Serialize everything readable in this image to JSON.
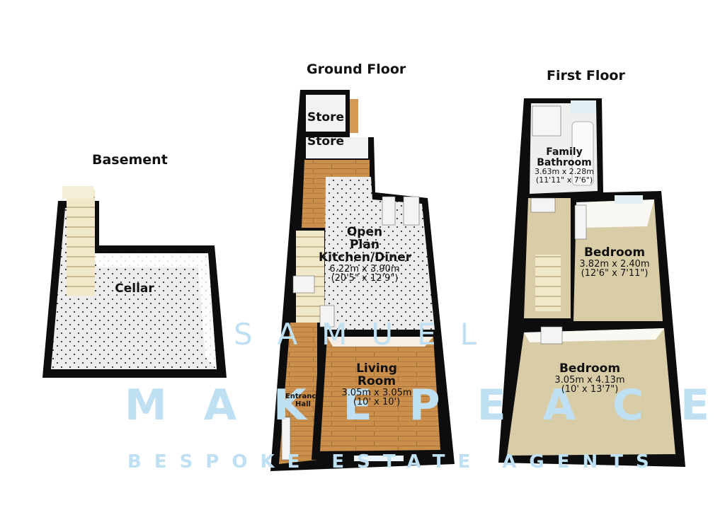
{
  "floors": {
    "basement": "Basement",
    "ground": "Ground Floor",
    "first": "First Floor"
  },
  "rooms": {
    "cellar": {
      "name": "Cellar"
    },
    "store_upper": {
      "name": "Store"
    },
    "store_lower": {
      "name": "Store"
    },
    "kitchen": {
      "name_1": "Open",
      "name_2": "Plan",
      "name_3": "Kitchen/Diner",
      "metric": "6.22m x 3.90m",
      "imperial": "(20'5\" x 12'9\")"
    },
    "living": {
      "name_1": "Living",
      "name_2": "Room",
      "metric": "3.05m x 3.05m",
      "imperial": "(10' x 10')"
    },
    "entrance": {
      "name_1": "Entrance",
      "name_2": "Hall"
    },
    "bathroom": {
      "name_1": "Family",
      "name_2": "Bathroom",
      "metric": "3.63m x 2.28m",
      "imperial": "(11'11\" x 7'6\")"
    },
    "bedroom_small": {
      "name": "Bedroom",
      "metric": "3.82m x 2.40m",
      "imperial": "(12'6\" x 7'11\")"
    },
    "bedroom_large": {
      "name": "Bedroom",
      "metric": "3.05m x 4.13m",
      "imperial": "(10' x 13'7\")"
    }
  },
  "watermark": {
    "line1": "SAMUEL",
    "line2": "MAKEPEACE",
    "line3": "BESPOKE ESTATE AGENTS"
  },
  "colors": {
    "wall": "#0d0d0d",
    "floor_white": "#ececec",
    "floor_wood": "#c98f4b",
    "floor_carpet": "#d8cca7",
    "watermark": "#bfe0f3"
  }
}
